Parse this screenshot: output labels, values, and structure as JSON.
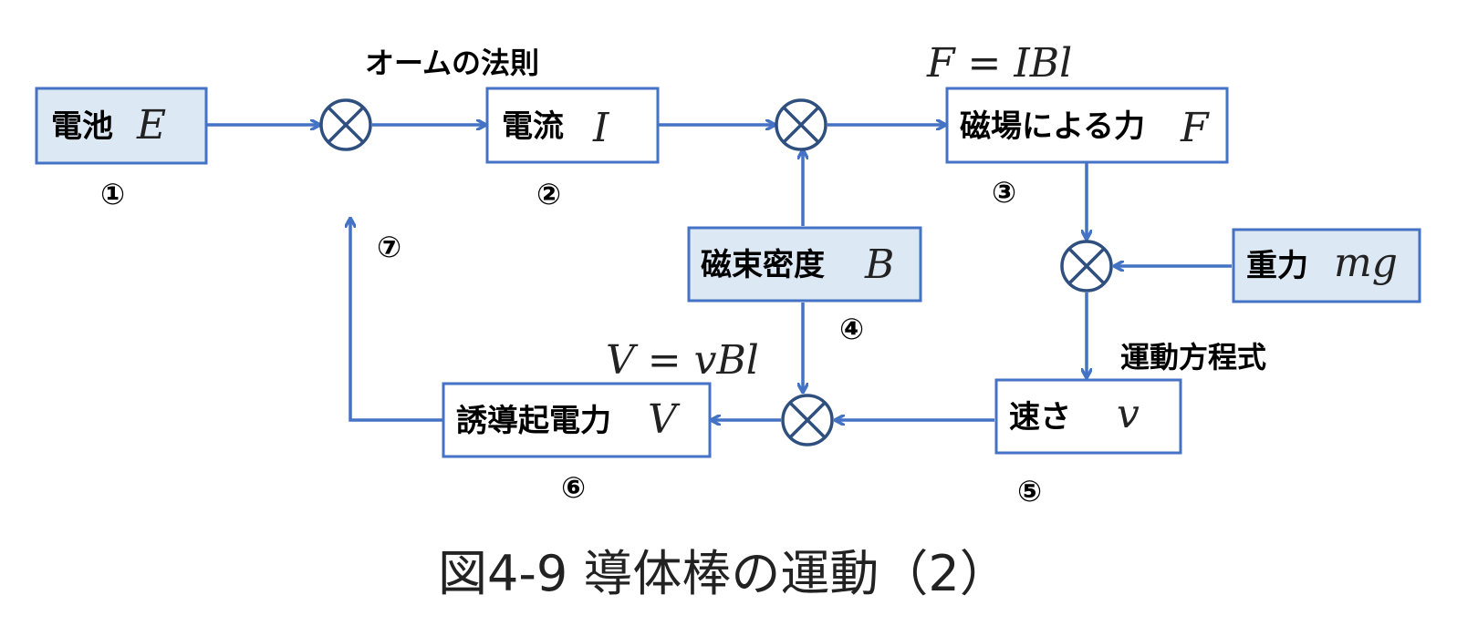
{
  "boxes": {
    "battery": {
      "label": "電池",
      "symbol": "E",
      "number": "①"
    },
    "current": {
      "label": "電流",
      "symbol": "I",
      "number": "②"
    },
    "magnetic_force": {
      "label": "磁場による力",
      "symbol": "F",
      "number": "③"
    },
    "flux_density": {
      "label": "磁束密度",
      "symbol": "B",
      "number": "④"
    },
    "speed": {
      "label": "速さ",
      "symbol": "v",
      "number": "⑤"
    },
    "emf": {
      "label": "誘導起電力",
      "symbol": "V",
      "number": "⑥"
    },
    "gravity": {
      "label": "重力",
      "symbol": "mg"
    }
  },
  "loop_number": "⑦",
  "annotations": {
    "ohms_law": "オームの法則",
    "force_formula": "F = IBl",
    "equation_of_motion": "運動方程式",
    "emf_formula": "V = vBl"
  },
  "caption": "図4-9 導体棒の運動（2）",
  "colors": {
    "line": "#4472c4",
    "shaded_fill": "#dde8f5",
    "junction": "#2f4f7f"
  }
}
